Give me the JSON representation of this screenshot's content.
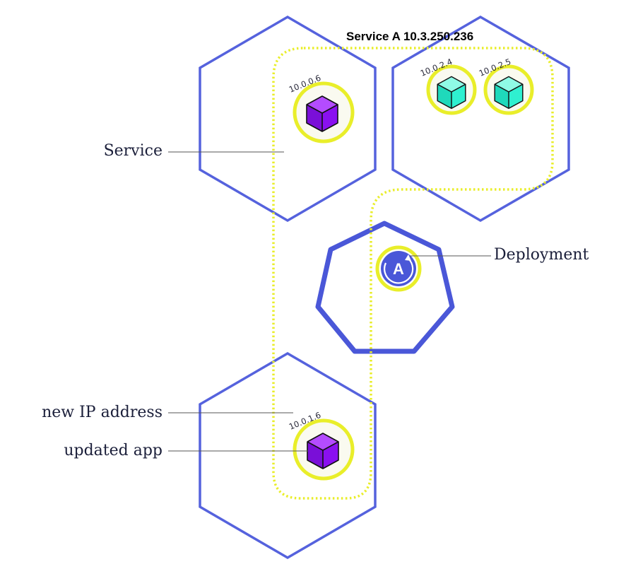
{
  "service": {
    "title": "Service A 10.3.250.236"
  },
  "pods": [
    {
      "ip": "10.0.0.6",
      "color": "#8a10f0"
    },
    {
      "ip": "10.0.2.4",
      "color": "#2ff0d0"
    },
    {
      "ip": "10.0.2.5",
      "color": "#2ff0d0"
    },
    {
      "ip": "10.0.1.6",
      "color": "#8a10f0"
    }
  ],
  "deployment": {
    "letter": "A",
    "icon": "deployment-icon"
  },
  "callouts": {
    "service": "Service",
    "deployment": "Deployment",
    "new_ip": "new IP address",
    "updated_app": "updated app"
  },
  "colors": {
    "node_stroke": "#5562dd",
    "service_boundary": "#e9ee2a",
    "pod_ring": "#e9ee2a",
    "pod_fill": "#fafaf0",
    "leader_line": "#555555",
    "deployment_fill": "#4a57d8"
  }
}
